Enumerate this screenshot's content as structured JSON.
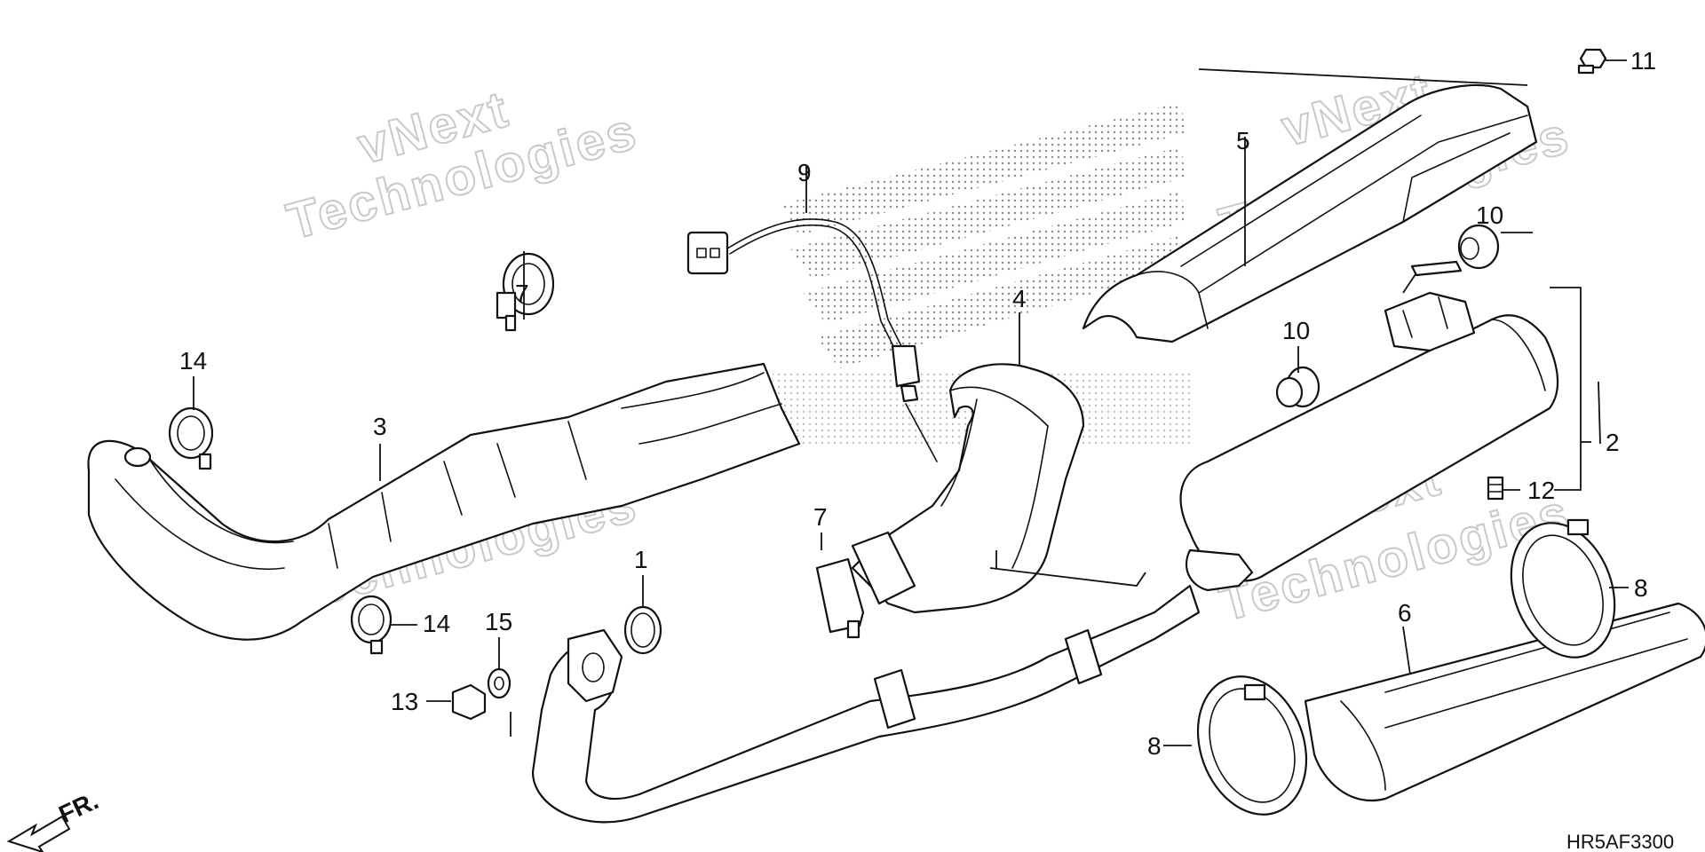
{
  "diagram": {
    "callouts": [
      "1",
      "2",
      "3",
      "4",
      "5",
      "6",
      "7",
      "7",
      "8",
      "8",
      "9",
      "10",
      "10",
      "11",
      "12",
      "13",
      "14",
      "14",
      "15"
    ],
    "code": "HR5AF3300",
    "direction_label": "FR.",
    "watermark": {
      "line1": "vNext",
      "line2": "Technologies"
    }
  }
}
